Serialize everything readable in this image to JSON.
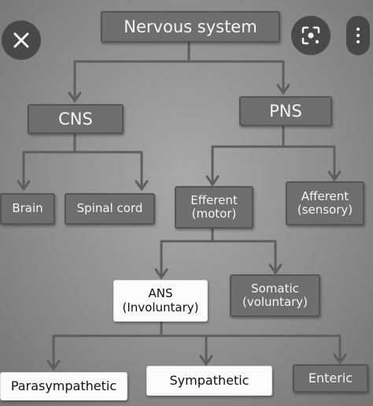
{
  "diagram": {
    "root": "Nervous system",
    "cns": "CNS",
    "pns": "PNS",
    "brain": "Brain",
    "spinal_cord": "Spinal  cord",
    "efferent": "Efferent\n(motor)",
    "afferent": "Afferent\n(sensory)",
    "ans": "ANS\n(Involuntary)",
    "somatic": "Somatic\n(voluntary)",
    "parasympathetic": "Parasympathetic",
    "sympathetic": "Sympathetic",
    "enteric": "Enteric"
  },
  "overlay": {
    "close_icon": "close-icon",
    "lens_icon": "lens-icon",
    "more_icon": "more-vert-icon"
  }
}
